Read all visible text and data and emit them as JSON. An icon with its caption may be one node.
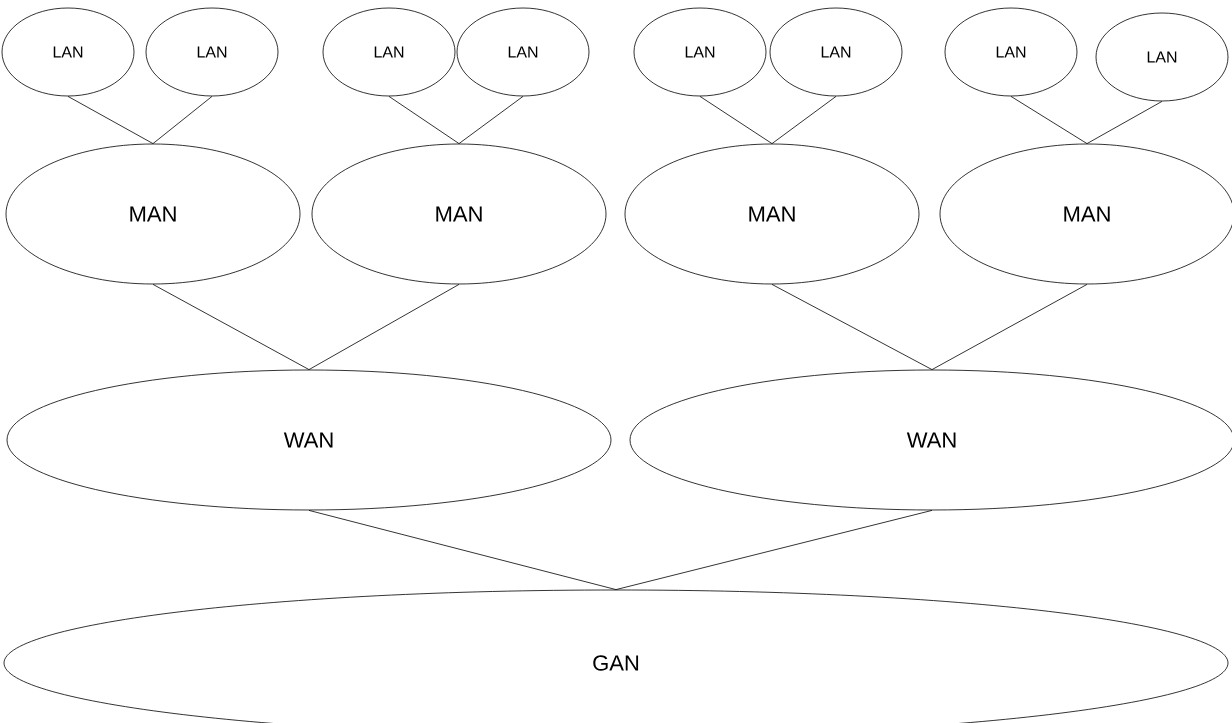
{
  "diagram": {
    "nodes": [
      {
        "text": [
          "LAN"
        ]
      },
      {
        "text": [
          "LAN"
        ]
      },
      {
        "text": [
          "LAN"
        ]
      },
      {
        "text": [
          "LAN"
        ]
      },
      {
        "text": [
          "LAN"
        ]
      },
      {
        "text": [
          "LAN"
        ]
      },
      {
        "text": [
          "LAN"
        ]
      },
      {
        "text": [
          "LAN"
        ]
      },
      {
        "text": [
          "MAN"
        ]
      },
      {
        "text": [
          "MAN"
        ]
      },
      {
        "text": [
          "MAN"
        ]
      },
      {
        "text": [
          "MAN"
        ]
      },
      {
        "text": [
          "WAN"
        ]
      },
      {
        "text": [
          "WAN"
        ]
      },
      {
        "text": [
          "GAN"
        ]
      }
    ],
    "edges": [
      {
        "from": 0,
        "to": 8,
        "arrow": "none"
      },
      {
        "from": 1,
        "to": 8,
        "arrow": "none"
      },
      {
        "from": 2,
        "to": 9,
        "arrow": "none"
      },
      {
        "from": 3,
        "to": 9,
        "arrow": "none"
      },
      {
        "from": 4,
        "to": 10,
        "arrow": "none"
      },
      {
        "from": 5,
        "to": 10,
        "arrow": "none"
      },
      {
        "from": 6,
        "to": 11,
        "arrow": "none"
      },
      {
        "from": 7,
        "to": 11,
        "arrow": "none"
      },
      {
        "from": 8,
        "to": 12,
        "arrow": "none"
      },
      {
        "from": 9,
        "to": 12,
        "arrow": "none"
      },
      {
        "from": 10,
        "to": 13,
        "arrow": "none"
      },
      {
        "from": 11,
        "to": 13,
        "arrow": "none"
      },
      {
        "from": 12,
        "to": 14,
        "arrow": "none"
      },
      {
        "from": 13,
        "to": 14,
        "arrow": "none"
      }
    ]
  }
}
